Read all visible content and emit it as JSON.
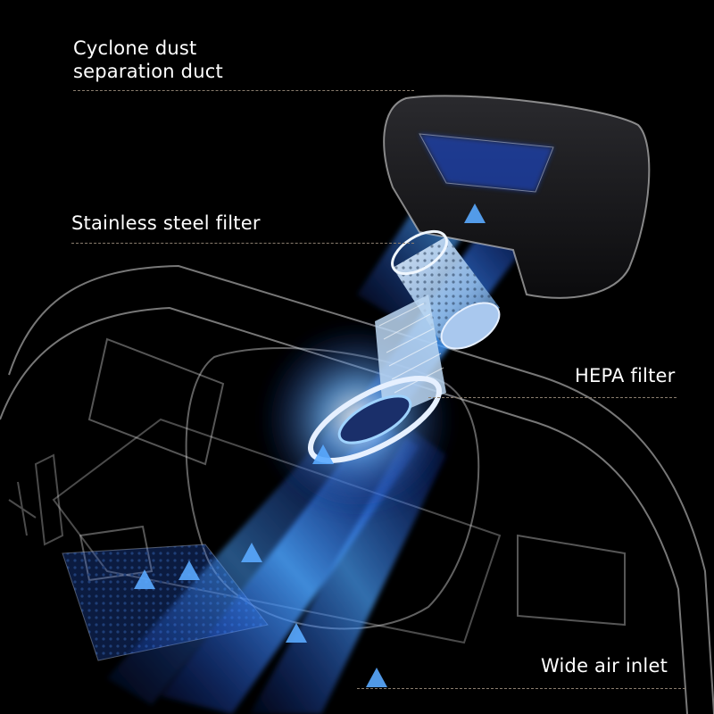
{
  "labels": {
    "cyclone_line1": "Cyclone dust",
    "cyclone_line2": "separation duct",
    "stainless_filter": "Stainless steel filter",
    "hepa_filter": "HEPA filter",
    "air_inlet": "Wide air inlet"
  },
  "colors": {
    "background": "#000000",
    "airflow_blue": "#3a8dff",
    "airflow_glow": "#9fd3ff",
    "housing_outline": "#d8d8d8",
    "leader_line": "#8a7d6e"
  }
}
